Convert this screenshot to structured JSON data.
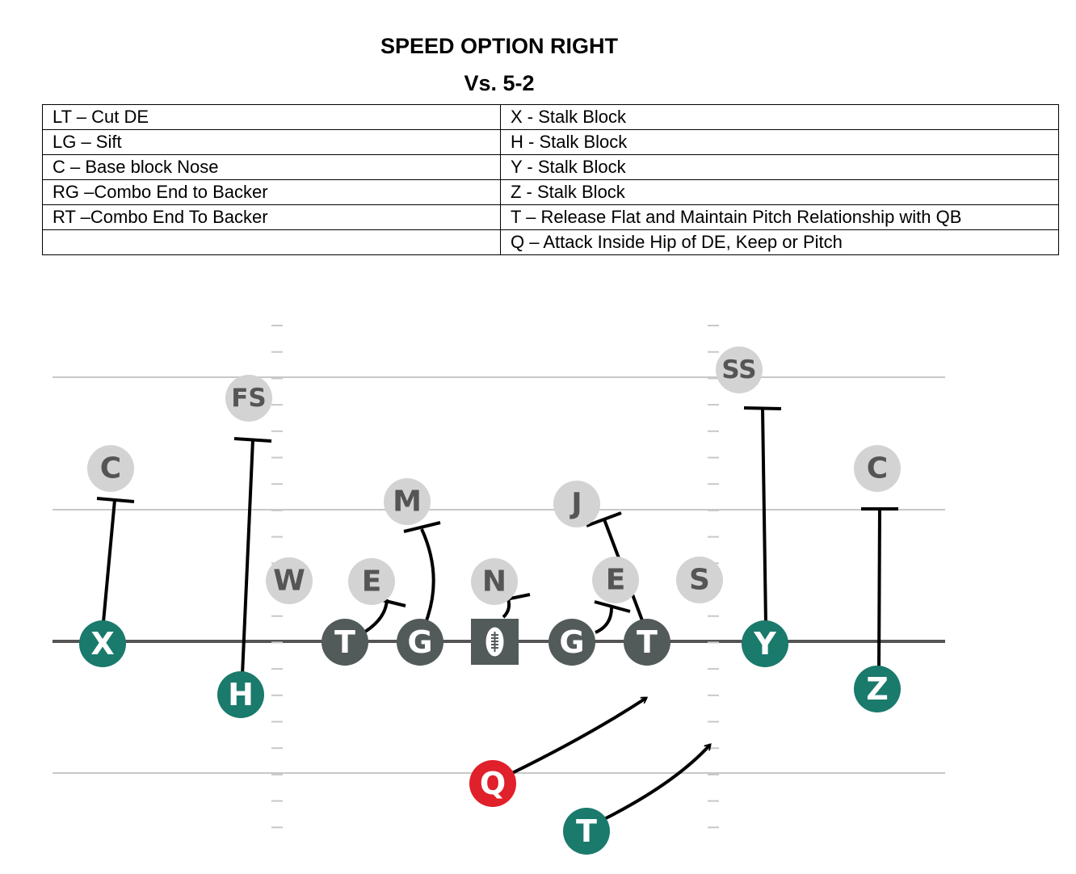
{
  "title": "SPEED OPTION RIGHT",
  "subtitle": "Vs. 5-2",
  "assignments": {
    "left": [
      "LT – Cut DE",
      "LG – Sift",
      "C – Base block Nose",
      "RG –Combo End to Backer",
      "RT –Combo End To Backer",
      ""
    ],
    "right": [
      "X - Stalk Block",
      "H - Stalk Block",
      "Y - Stalk Block",
      "Z - Stalk Block",
      "T – Release Flat and Maintain Pitch Relationship with QB",
      "Q – Attack Inside Hip of DE, Keep or Pitch"
    ]
  },
  "colors": {
    "teal": "#1a7a6c",
    "gray_lineman": "#525a5a",
    "defense": "#d3d3d3",
    "defense_text": "#555555",
    "qb": "#e0202a",
    "line": "#000000",
    "field_line": "#c8c8c8",
    "scrimmage": "#555555"
  },
  "diagram": {
    "center_icon": "football-icon",
    "defense": [
      {
        "key": "def-c-left",
        "label": "C"
      },
      {
        "key": "def-fs",
        "label": "FS"
      },
      {
        "key": "def-w",
        "label": "W"
      },
      {
        "key": "def-e-left",
        "label": "E"
      },
      {
        "key": "def-m",
        "label": "M"
      },
      {
        "key": "def-n",
        "label": "N"
      },
      {
        "key": "def-j",
        "label": "J"
      },
      {
        "key": "def-e-right",
        "label": "E"
      },
      {
        "key": "def-s",
        "label": "S"
      },
      {
        "key": "def-ss",
        "label": "SS"
      },
      {
        "key": "def-c-right",
        "label": "C"
      }
    ],
    "offense": [
      {
        "key": "off-x",
        "label": "X"
      },
      {
        "key": "off-h",
        "label": "H"
      },
      {
        "key": "off-lt",
        "label": "T"
      },
      {
        "key": "off-lg",
        "label": "G"
      },
      {
        "key": "off-rg",
        "label": "G"
      },
      {
        "key": "off-rt",
        "label": "T"
      },
      {
        "key": "off-y",
        "label": "Y"
      },
      {
        "key": "off-z",
        "label": "Z"
      },
      {
        "key": "off-q",
        "label": "Q"
      },
      {
        "key": "off-t",
        "label": "T"
      }
    ]
  }
}
